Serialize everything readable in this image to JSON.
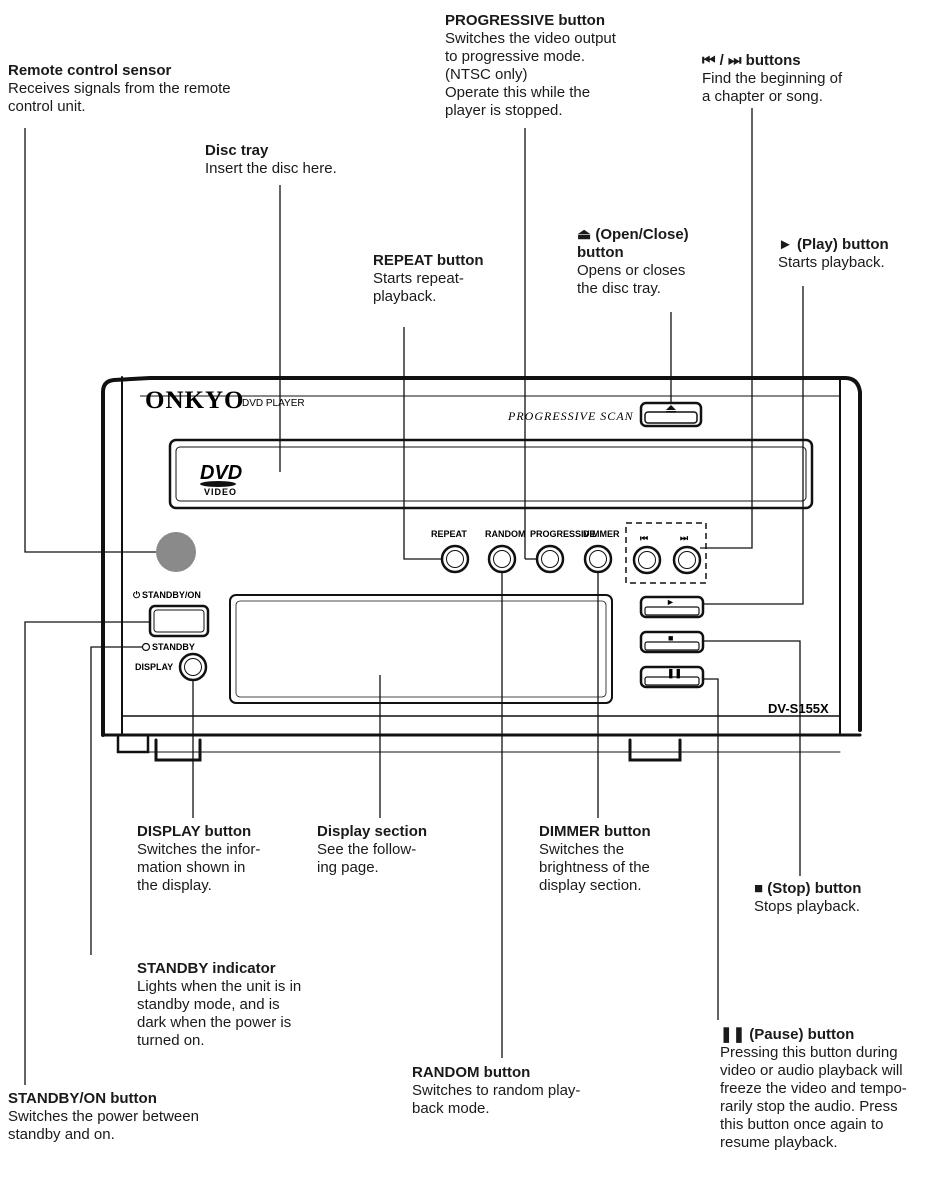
{
  "device": {
    "brand": "ONKYO",
    "product": "DVD PLAYER",
    "scan_label": "PROGRESSIVE SCAN",
    "logo_main": "DVD",
    "logo_sub": "VIDEO",
    "model": "DV-S155X",
    "btn_repeat": "REPEAT",
    "btn_random": "RANDOM",
    "btn_progressive": "PROGRESSIVE",
    "btn_dimmer": "DIMMER",
    "btn_standby_on": "STANDBY/ON",
    "standby_indicator": "STANDBY",
    "btn_display": "DISPLAY",
    "skip_prev_glyph": "⏮",
    "skip_next_glyph": "⏭",
    "eject_glyph": "⏏",
    "play_glyph": "►",
    "stop_glyph": "■",
    "pause_glyph": "❚❚",
    "power_glyph": "⏻"
  },
  "annotations": {
    "remote_sensor": {
      "title": "Remote control sensor",
      "desc": "Receives signals from the remote\ncontrol unit."
    },
    "disc_tray": {
      "title": "Disc tray",
      "desc": "Insert the disc here."
    },
    "progressive": {
      "title": "PROGRESSIVE button",
      "desc": "Switches the video output\nto progressive mode.\n(NTSC only)\nOperate this while the\nplayer is stopped."
    },
    "skip": {
      "title": "⏮ / ⏭ buttons",
      "desc": "Find the beginning of\na chapter or song."
    },
    "repeat": {
      "title": "REPEAT button",
      "desc": "Starts repeat-\nplayback."
    },
    "open_close": {
      "title": "⏏ (Open/Close)\nbutton",
      "desc": "Opens or closes\nthe disc tray."
    },
    "play": {
      "title": "► (Play) button",
      "desc": "Starts playback."
    },
    "display_button": {
      "title": "DISPLAY button",
      "desc": "Switches the infor-\nmation shown in\nthe display."
    },
    "display_section": {
      "title": "Display section",
      "desc": "See the follow-\ning page."
    },
    "dimmer": {
      "title": "DIMMER button",
      "desc": "Switches the\nbrightness of the\ndisplay section."
    },
    "stop": {
      "title": "■ (Stop) button",
      "desc": "Stops playback."
    },
    "standby_indicator": {
      "title": "STANDBY indicator",
      "desc": "Lights when the unit is in\nstandby mode, and is\ndark when the power is\nturned on."
    },
    "random": {
      "title": "RANDOM button",
      "desc": "Switches to random play-\nback mode."
    },
    "pause": {
      "title": "❚❚ (Pause) button",
      "desc": "Pressing this button during\nvideo or audio playback will\nfreeze the video and tempo-\nrarily stop the audio. Press\nthis button once again to\nresume playback."
    },
    "standby_on": {
      "title": "STANDBY/ON button",
      "desc": "Switches the power between\nstandby and on."
    }
  }
}
